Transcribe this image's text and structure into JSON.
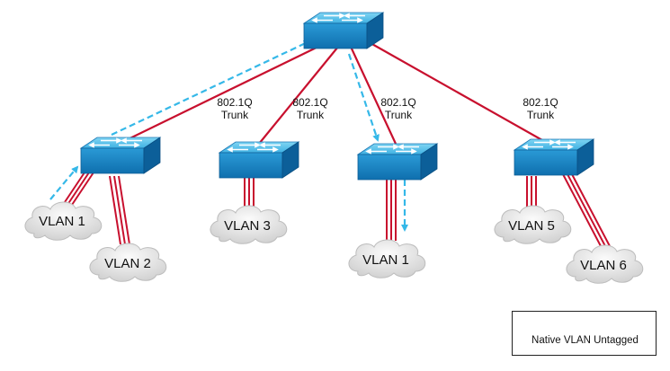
{
  "trunk_labels": [
    {
      "line1": "802.1Q",
      "line2": "Trunk"
    },
    {
      "line1": "802.1Q",
      "line2": "Trunk"
    },
    {
      "line1": "802.1Q",
      "line2": "Trunk"
    },
    {
      "line1": "802.1Q",
      "line2": "Trunk"
    }
  ],
  "vlans": [
    "VLAN 1",
    "VLAN 2",
    "VLAN 3",
    "VLAN 1",
    "VLAN 5",
    "VLAN 6"
  ],
  "legend": {
    "label": "Native VLAN Untagged"
  },
  "colors": {
    "trunk_line": "#c8102e",
    "native_vlan_arrow": "#35b8e8",
    "switch_top": "#5fc3ea",
    "switch_front": "#1a8cc8",
    "switch_side": "#0c5f99",
    "cloud_fill": "#e6e6e6"
  },
  "icons": [
    "switch-icon",
    "cloud-icon",
    "dashed-arrow-icon"
  ]
}
